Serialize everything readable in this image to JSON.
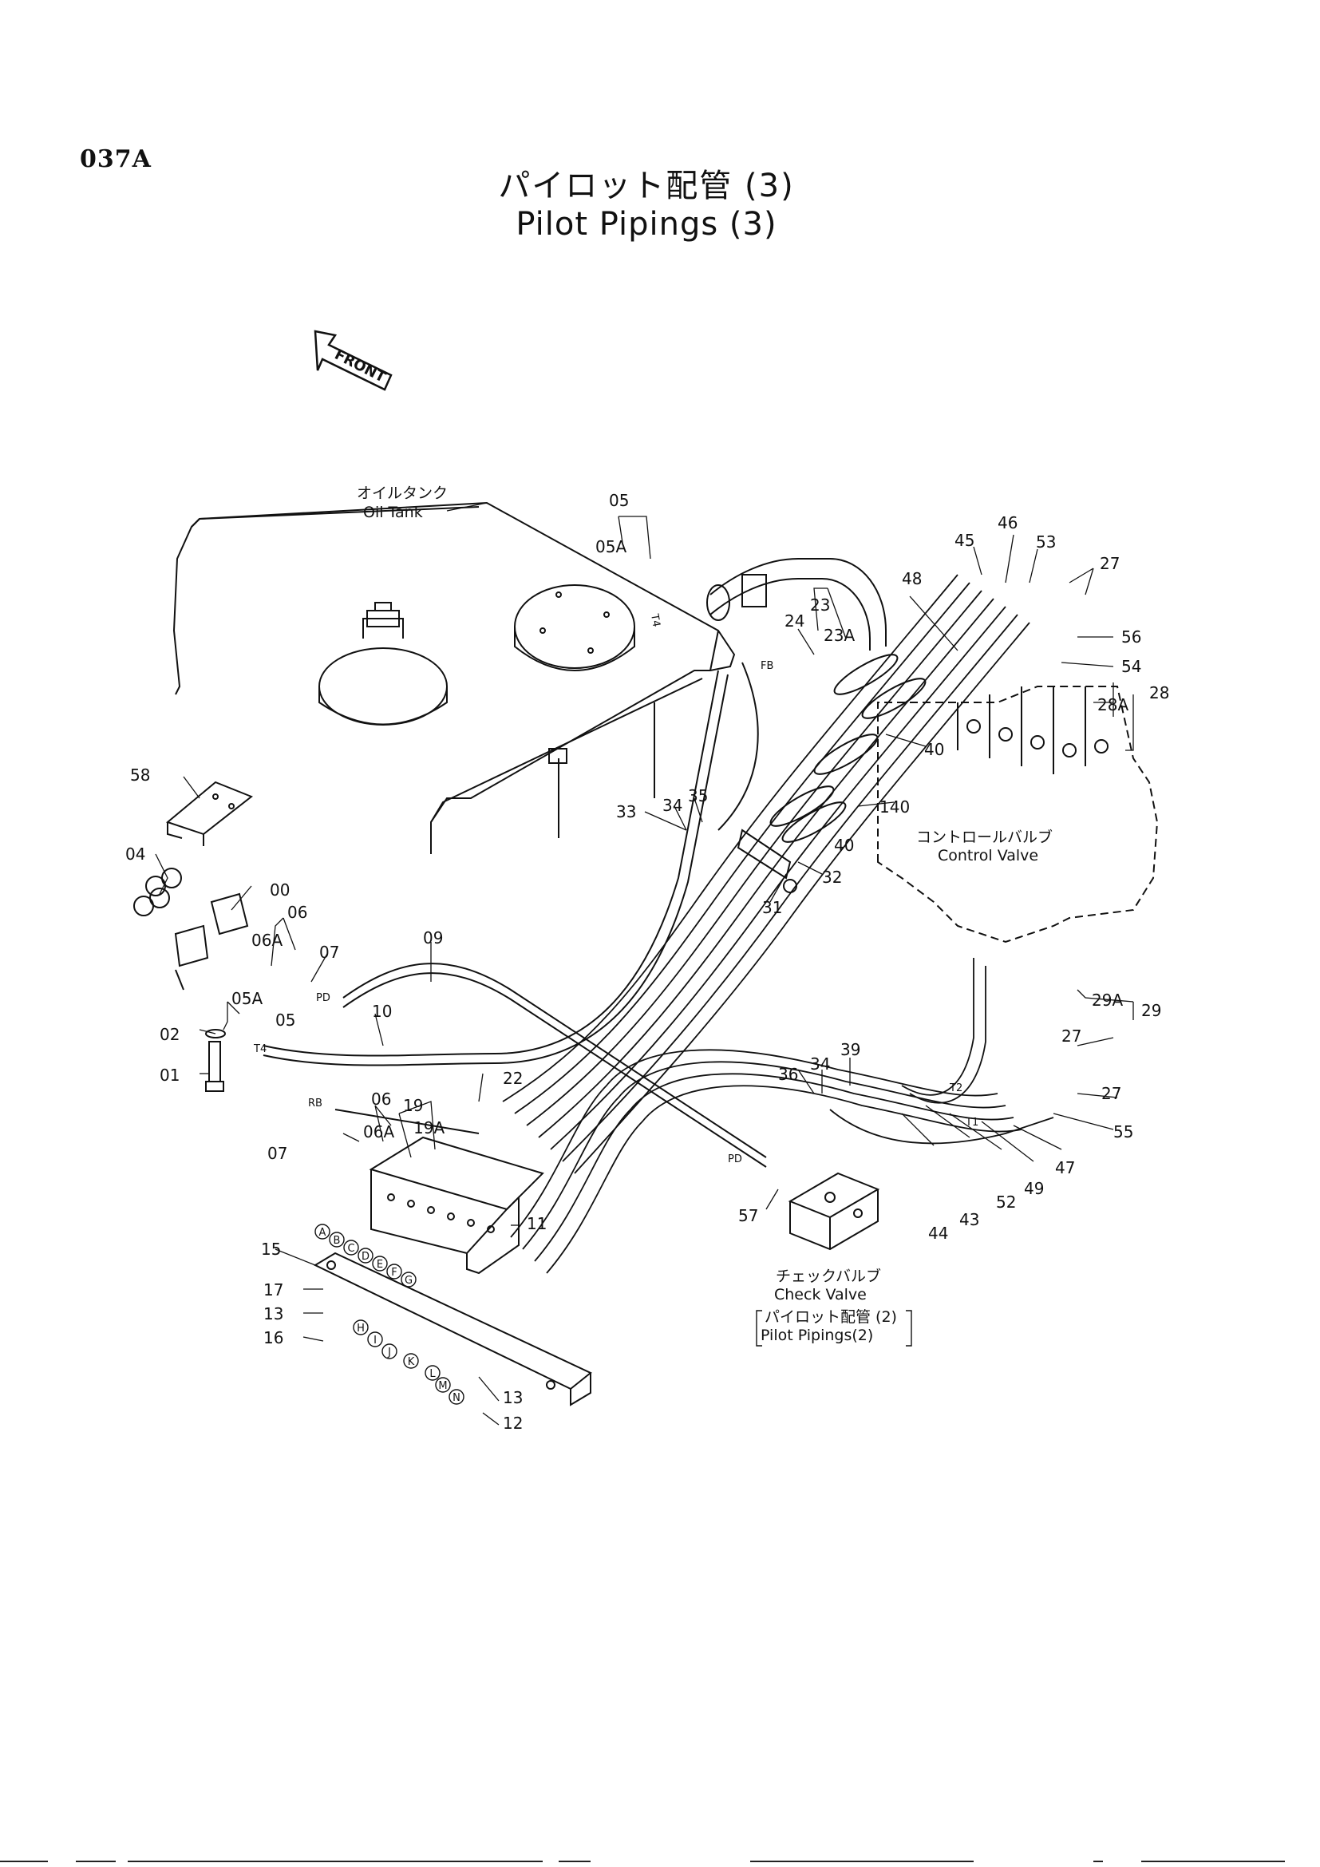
{
  "page_code": "037A",
  "title_jp": "パイロット配管 (3)",
  "title_en": "Pilot Pipings (3)",
  "front_label": "FRONT",
  "captions": {
    "oil_tank_jp": "オイルタンク",
    "oil_tank_en": "Oil Tank",
    "control_valve_jp": "コントロールバルブ",
    "control_valve_en": "Control Valve",
    "check_valve_jp": "チェックバルブ",
    "check_valve_en": "Check Valve",
    "ref_jp": "パイロット配管 (2)",
    "ref_en": "Pilot Pipings(2)"
  },
  "part_labels": {
    "p00": "00",
    "p01": "01",
    "p02": "02",
    "p04": "04",
    "p05_top": "05",
    "p05a_top": "05A",
    "p05_left": "05",
    "p05a_left": "05A",
    "p06_upper": "06",
    "p06a_upper": "06A",
    "p06_lower": "06",
    "p06a_lower": "06A",
    "p07_upper": "07",
    "p07_lower": "07",
    "p09": "09",
    "p10": "10",
    "p11": "11",
    "p12": "12",
    "p13_left": "13",
    "p13_bottom": "13",
    "p15": "15",
    "p16": "16",
    "p17": "17",
    "p19": "19",
    "p19a": "19A",
    "p22": "22",
    "p23": "23",
    "p23a": "23A",
    "p24": "24",
    "p27_top": "27",
    "p27_mid": "27",
    "p27_low": "27",
    "p28": "28",
    "p28a": "28A",
    "p29": "29",
    "p29a": "29A",
    "p31": "31",
    "p32": "32",
    "p33": "33",
    "p34_top": "34",
    "p34_low": "34",
    "p35": "35",
    "p36": "36",
    "p39": "39",
    "p40_a": "40",
    "p40_b": "40",
    "p140": "140",
    "p43": "43",
    "p44": "44",
    "p45": "45",
    "p46": "46",
    "p47": "47",
    "p48": "48",
    "p49": "49",
    "p52": "52",
    "p53": "53",
    "p54": "54",
    "p55": "55",
    "p56": "56",
    "p57": "57",
    "p58": "58"
  },
  "port_letters": [
    "A",
    "B",
    "C",
    "D",
    "E",
    "F",
    "G",
    "H",
    "I",
    "J",
    "K",
    "L",
    "M",
    "N"
  ],
  "hose_tags": {
    "t4_top": "T4",
    "t4_left": "T4",
    "pd_upper": "PD",
    "pd_lower": "PD",
    "rb": "RB",
    "fb": "FB",
    "t2": "T2",
    "t1": "T1"
  },
  "colors": {
    "ink": "#111111",
    "paper": "#ffffff"
  }
}
